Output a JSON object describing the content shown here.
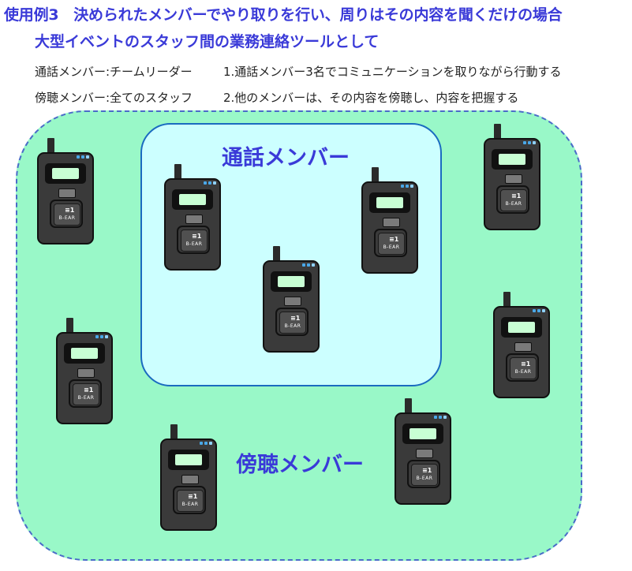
{
  "header": {
    "title": "使用例3　決められたメンバーでやり取りを行い、周りはその内容を聞くだけの場合",
    "subtitle": "大型イベントのスタッフ間の業務連絡ツールとして"
  },
  "info": {
    "call_members": "通話メンバー:チームリーダー",
    "listen_members": "傍聴メンバー:全てのスタッフ",
    "rule_1": "1.通話メンバー3名でコミュニケーションを取りながら行動する",
    "rule_2": "2.他のメンバーは、その内容を傍聴し、内容を把握する"
  },
  "groups": {
    "call_label": "通話メンバー",
    "listen_label": "傍聴メンバー"
  },
  "device": {
    "logo_mark": "≡1",
    "logo_text": "B-EAR"
  },
  "colors": {
    "title": "#3a3ad8",
    "outer_area": "#99f8c8",
    "outer_border": "#4a6cc8",
    "inner_area": "#ccffff",
    "inner_border": "#1a6bc0",
    "device_body": "#3a3a3a",
    "device_screen": "#c8ffd4"
  },
  "icons": [
    "walkie-talkie-icon"
  ]
}
